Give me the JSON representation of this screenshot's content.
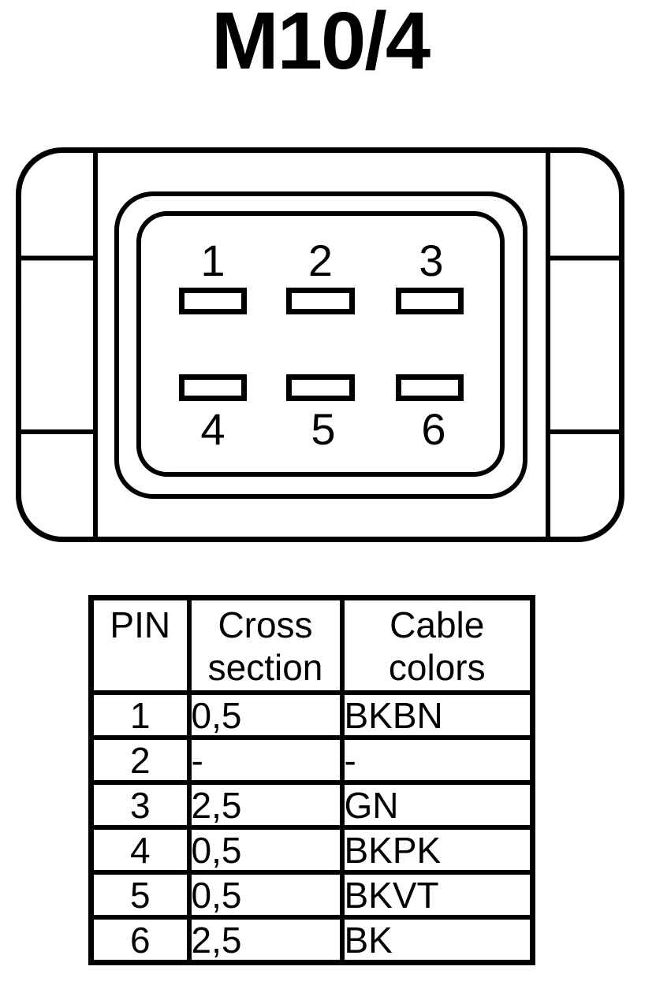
{
  "title": "M10/4",
  "connector": {
    "description": "6-pin connector face view",
    "pin_labels": [
      "1",
      "2",
      "3",
      "4",
      "5",
      "6"
    ]
  },
  "table": {
    "headers": [
      "PIN",
      "Cross section",
      "Cable colors"
    ],
    "rows": [
      {
        "pin": "1",
        "cross_section": "0,5",
        "cable_color": "BKBN"
      },
      {
        "pin": "2",
        "cross_section": "-",
        "cable_color": "-"
      },
      {
        "pin": "3",
        "cross_section": "2,5",
        "cable_color": "GN"
      },
      {
        "pin": "4",
        "cross_section": "0,5",
        "cable_color": "BKPK"
      },
      {
        "pin": "5",
        "cross_section": "0,5",
        "cable_color": "BKVT"
      },
      {
        "pin": "6",
        "cross_section": "2,5",
        "cable_color": "BK"
      }
    ]
  },
  "colors": {
    "line": "#000000",
    "background": "#ffffff"
  }
}
